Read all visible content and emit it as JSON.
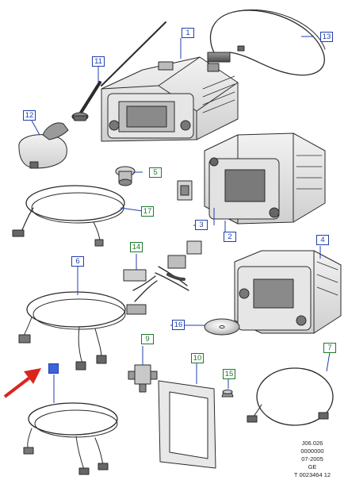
{
  "callouts": {
    "c1": "1",
    "c2": "2",
    "c3": "3",
    "c4": "4",
    "c5": "5",
    "c6": "6",
    "c7": "7",
    "c8": "",
    "c9": "9",
    "c10": "10",
    "c11": "11",
    "c12": "12",
    "c13": "13",
    "c14": "14",
    "c15": "15",
    "c16": "16",
    "c17": "17"
  },
  "reference": {
    "line1": "J06.026",
    "line2": "0000000",
    "line3": "07-2005",
    "line4": "GE",
    "line5": "T 0023464 12"
  },
  "colors": {
    "callout_blue": "#1f3fae",
    "callout_green": "#1d7a2a",
    "arrow_red": "#d9261c",
    "line_art": "#2b2b2b"
  }
}
